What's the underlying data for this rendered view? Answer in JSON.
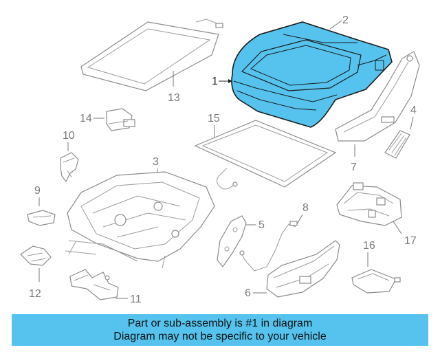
{
  "diagram": {
    "highlight_color": "#55c3ee",
    "callouts": {
      "p1": "1",
      "p2": "2",
      "p3": "3",
      "p4": "4",
      "p5": "5",
      "p6": "6",
      "p7": "7",
      "p8": "8",
      "p9": "9",
      "p10": "10",
      "p11": "11",
      "p12": "12",
      "p13": "13",
      "p14": "14",
      "p15": "15",
      "p16": "16",
      "p17": "17"
    }
  },
  "banner": {
    "background": "#55c3ee",
    "line1": "Part or sub-assembly is #1 in diagram",
    "line2": "Diagram may not be specific to your vehicle"
  }
}
